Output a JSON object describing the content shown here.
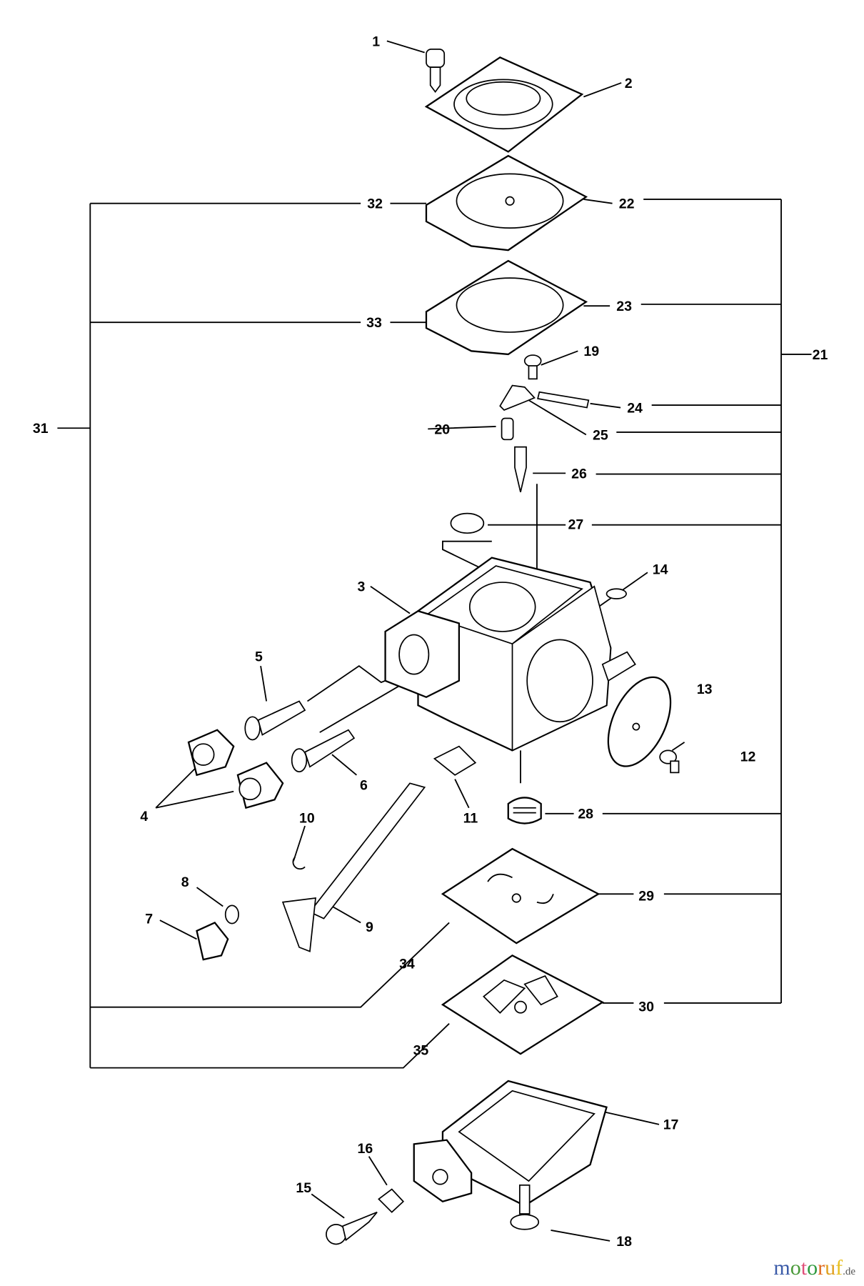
{
  "diagram": {
    "type": "exploded parts diagram (carburetor)",
    "labels": [
      "1",
      "2",
      "3",
      "4",
      "5",
      "6",
      "7",
      "8",
      "9",
      "10",
      "11",
      "12",
      "13",
      "14",
      "15",
      "16",
      "17",
      "18",
      "19",
      "20",
      "21",
      "22",
      "23",
      "24",
      "25",
      "26",
      "27",
      "28",
      "29",
      "30",
      "31",
      "32",
      "33",
      "34",
      "35"
    ]
  },
  "watermark": {
    "text": "motoruf",
    "suffix": ".de",
    "colors": [
      "#3b5ba8",
      "#4a9a3a",
      "#e0507a",
      "#2f9a3f",
      "#e06a20",
      "#e0a020",
      "#e8c020"
    ]
  }
}
